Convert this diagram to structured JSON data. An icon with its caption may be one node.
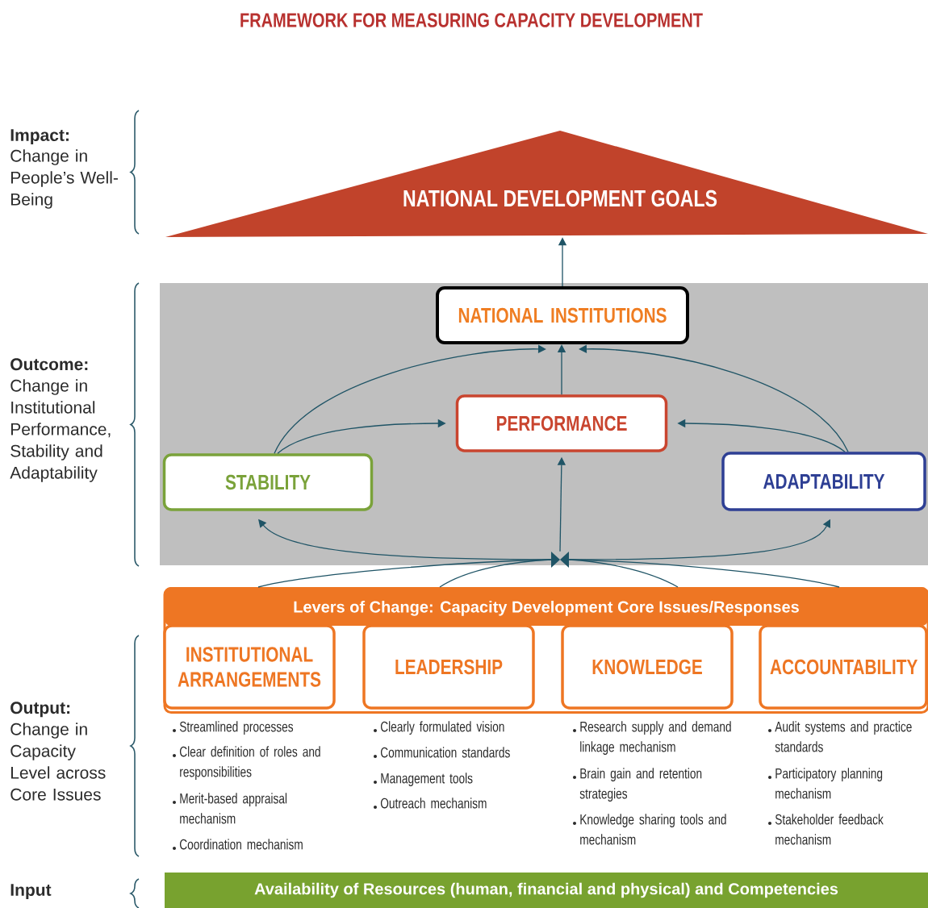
{
  "diagram": {
    "title": "FRAMEWORK FOR MEASURING CAPACITY DEVELOPMENT",
    "nodes": [
      {
        "text": [
          "NATIONAL DEVELOPMENT GOALS"
        ]
      },
      {
        "text": [
          "NATIONAL INSTITUTIONS"
        ]
      },
      {
        "text": [
          "PERFORMANCE"
        ]
      },
      {
        "text": [
          "STABILITY"
        ]
      },
      {
        "text": [
          "ADAPTABILITY"
        ]
      },
      {
        "text": [],
        "shape": "bowtie"
      },
      {
        "text": [
          "Levers of Change: Capacity Development Core Issues/Responses"
        ]
      },
      {
        "text": [
          "INSTITUTIONAL ARRANGEMENTS"
        ],
        "in": 6,
        "beside": [
          "Streamlined processes",
          "Clear definition of roles and responsibilities",
          "Merit-based appraisal mechanism",
          "Coordination mechanism"
        ]
      },
      {
        "text": [
          "LEADERSHIP"
        ],
        "in": 6,
        "beside": [
          "Clearly formulated vision",
          "Communication standards",
          "Management tools",
          "Outreach mechanism"
        ]
      },
      {
        "text": [
          "KNOWLEDGE"
        ],
        "in": 6,
        "beside": [
          "Research supply and demand linkage mechanism",
          "Brain gain and retention strategies",
          "Knowledge sharing tools and mechanism"
        ]
      },
      {
        "text": [
          "ACCOUNTABILITY"
        ],
        "in": 6,
        "beside": [
          "Audit systems and practice standards",
          "Participatory planning mechanism",
          "Stakeholder feedback mechanism"
        ]
      },
      {
        "text": [
          "Availability of Resources (human, financial and physical) and Competencies"
        ]
      }
    ],
    "edges": [
      {
        "from": 1,
        "to": 0,
        "arrow": "to"
      },
      {
        "from": 2,
        "to": 1,
        "arrow": "to"
      },
      {
        "from": 3,
        "to": 1,
        "arrow": "to"
      },
      {
        "from": 3,
        "to": 2,
        "arrow": "to"
      },
      {
        "from": 4,
        "to": 1,
        "arrow": "to"
      },
      {
        "from": 4,
        "to": 2,
        "arrow": "to"
      },
      {
        "from": 5,
        "to": 3,
        "arrow": "to"
      },
      {
        "from": 5,
        "to": 2,
        "arrow": "to"
      },
      {
        "from": 5,
        "to": 4,
        "arrow": "to"
      },
      {
        "from": 6,
        "to": 5,
        "arrow": "none"
      },
      {
        "from": 6,
        "to": 5,
        "arrow": "none"
      },
      {
        "from": 6,
        "to": 5,
        "arrow": "none"
      },
      {
        "from": 6,
        "to": 5,
        "arrow": "none"
      }
    ],
    "labels": [
      "Impact:",
      "Change in People’s Well-Being",
      "Outcome:",
      "Change in Institutional Performance, Stability and Adaptability",
      "Output:",
      "Change in Capacity Level across Core Issues",
      "Input"
    ]
  }
}
